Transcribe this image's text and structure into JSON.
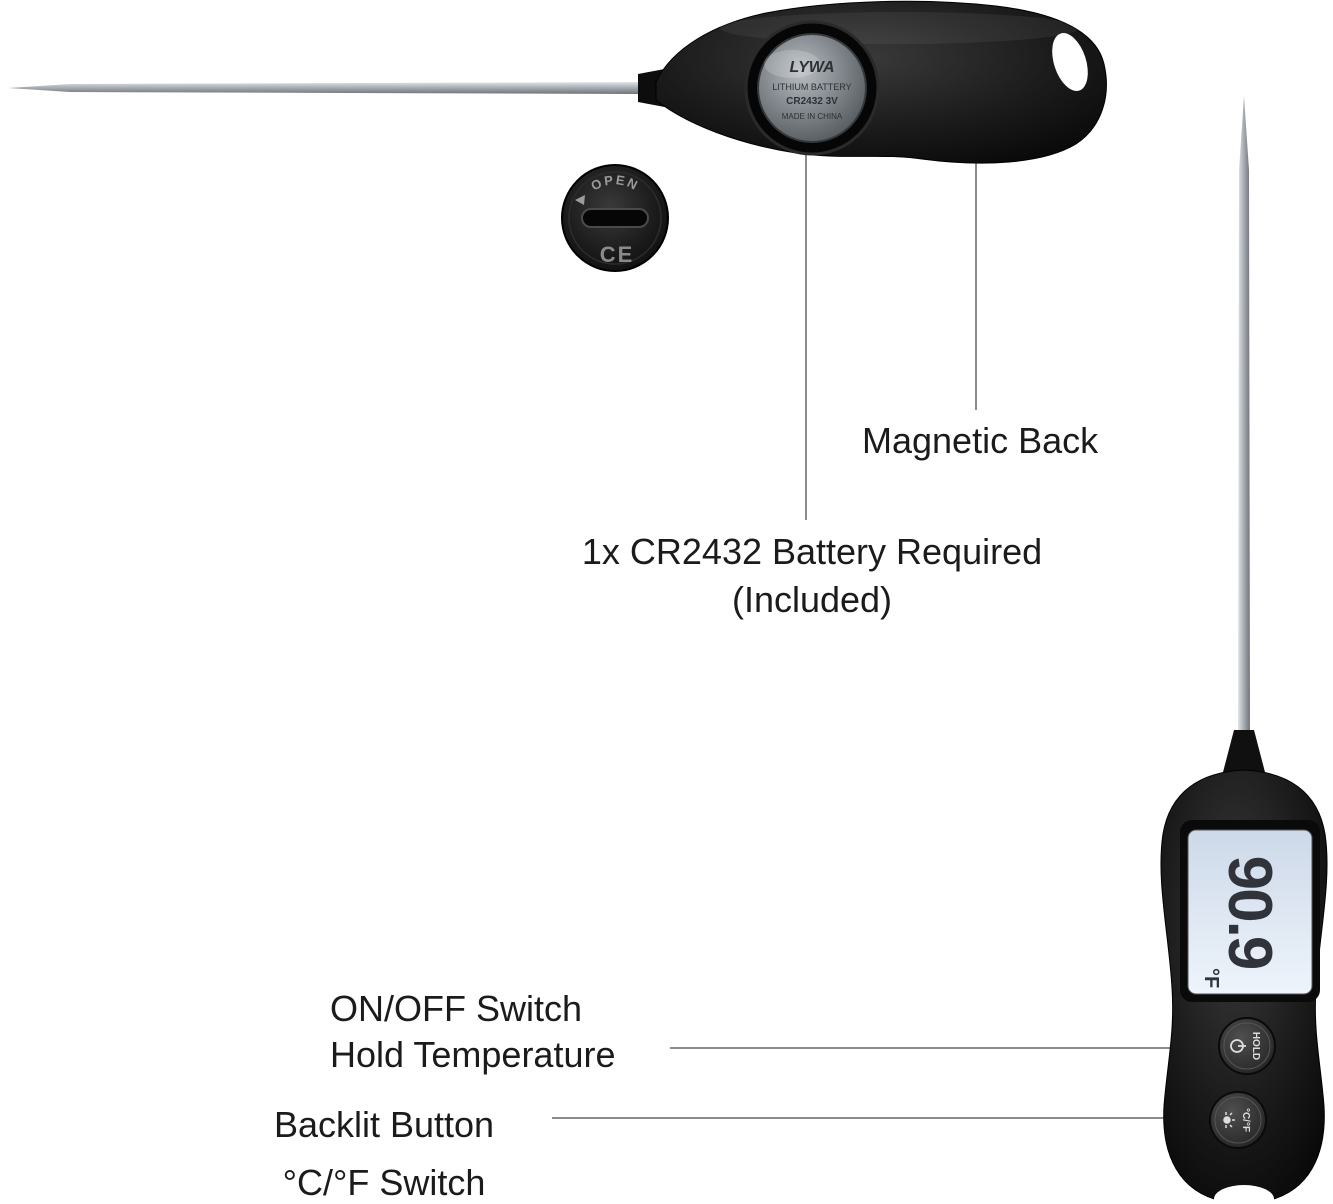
{
  "annotations": {
    "magnetic_back": {
      "label": "Magnetic Back"
    },
    "battery": {
      "line1": "1x CR2432 Battery Required",
      "line2": "(Included)"
    },
    "power_switch": {
      "line1": "ON/OFF Switch",
      "line2": "Hold Temperature"
    },
    "backlit": {
      "line1": "Backlit Button",
      "line2": "°C/°F Switch"
    }
  },
  "back_view": {
    "battery_cap": {
      "open_label": "OPEN",
      "ce_mark": "CE"
    },
    "battery": {
      "brand": "LYWA",
      "type": "LITHIUM BATTERY",
      "model": "CR2432 3V",
      "origin": "MADE IN CHINA"
    }
  },
  "front_view": {
    "lcd": {
      "value": "90.9",
      "unit": "°F"
    },
    "buttons": {
      "hold": "HOLD",
      "unit_switch": "°C/°F"
    }
  },
  "colors": {
    "device_body": "#141414",
    "probe_steel": "#9aa0a5",
    "lcd_background": "#e3edf8",
    "annotation_text": "#1b1b1b",
    "callout_line": "#8c8c8c"
  }
}
